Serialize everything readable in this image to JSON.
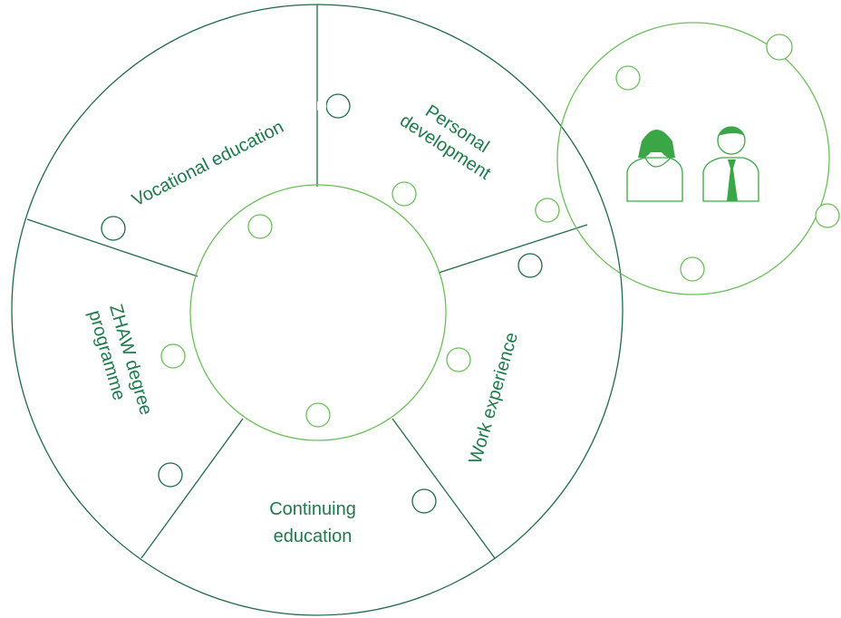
{
  "segments": {
    "vocational": "Vocational education",
    "personal_line1": "Personal",
    "personal_line2": "development",
    "work": "Work experience",
    "continuing_line1": "Continuing",
    "continuing_line2": "education",
    "zhaw_line1": "ZHAW degree",
    "zhaw_line2": "programme"
  },
  "icons": [
    "woman-icon",
    "man-icon"
  ],
  "colors": {
    "dark_green": "#1f6b45",
    "light_green": "#6bbf59",
    "text_green": "#1e7a4a",
    "icon_green": "#3aa646"
  }
}
